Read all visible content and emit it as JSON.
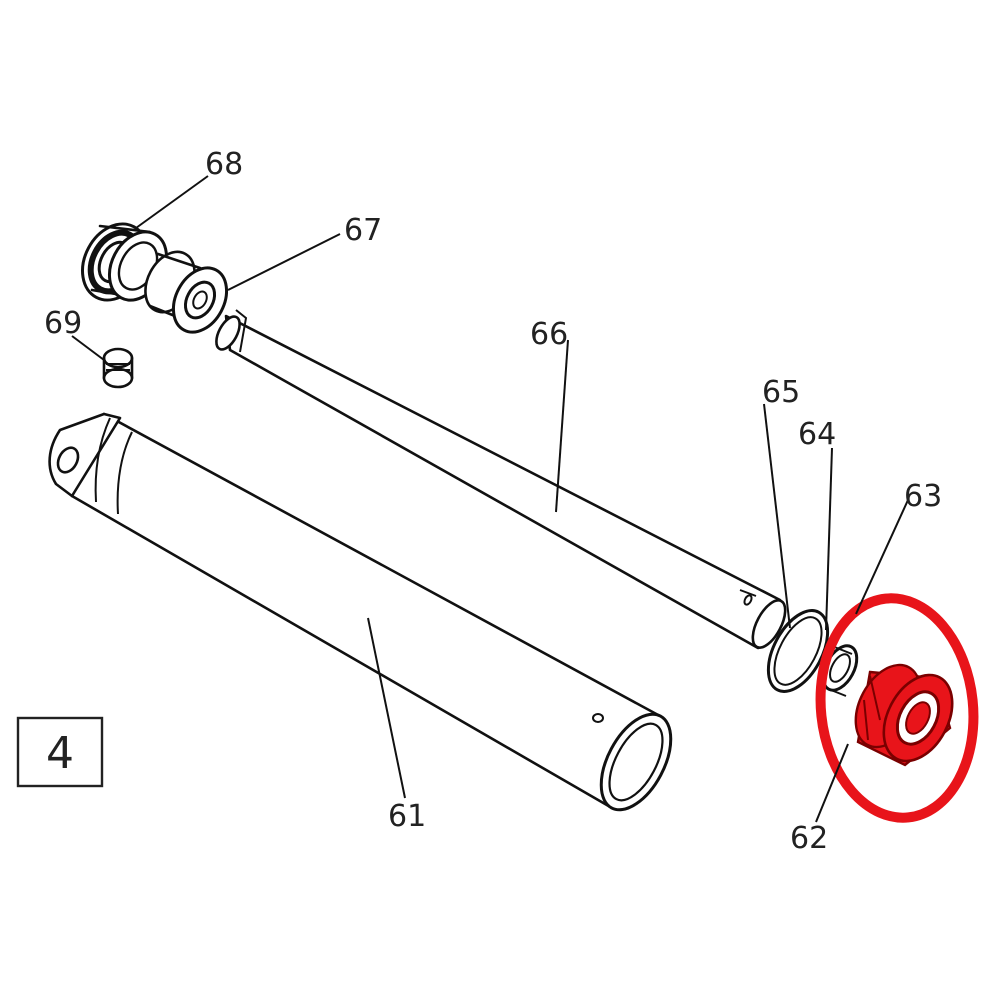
{
  "figure_number": "4",
  "highlight_color": "#e8141a",
  "highlighted_part": "62",
  "parts": [
    {
      "number": "61"
    },
    {
      "number": "62"
    },
    {
      "number": "63"
    },
    {
      "number": "64"
    },
    {
      "number": "65"
    },
    {
      "number": "66"
    },
    {
      "number": "67"
    },
    {
      "number": "68"
    },
    {
      "number": "69"
    }
  ]
}
